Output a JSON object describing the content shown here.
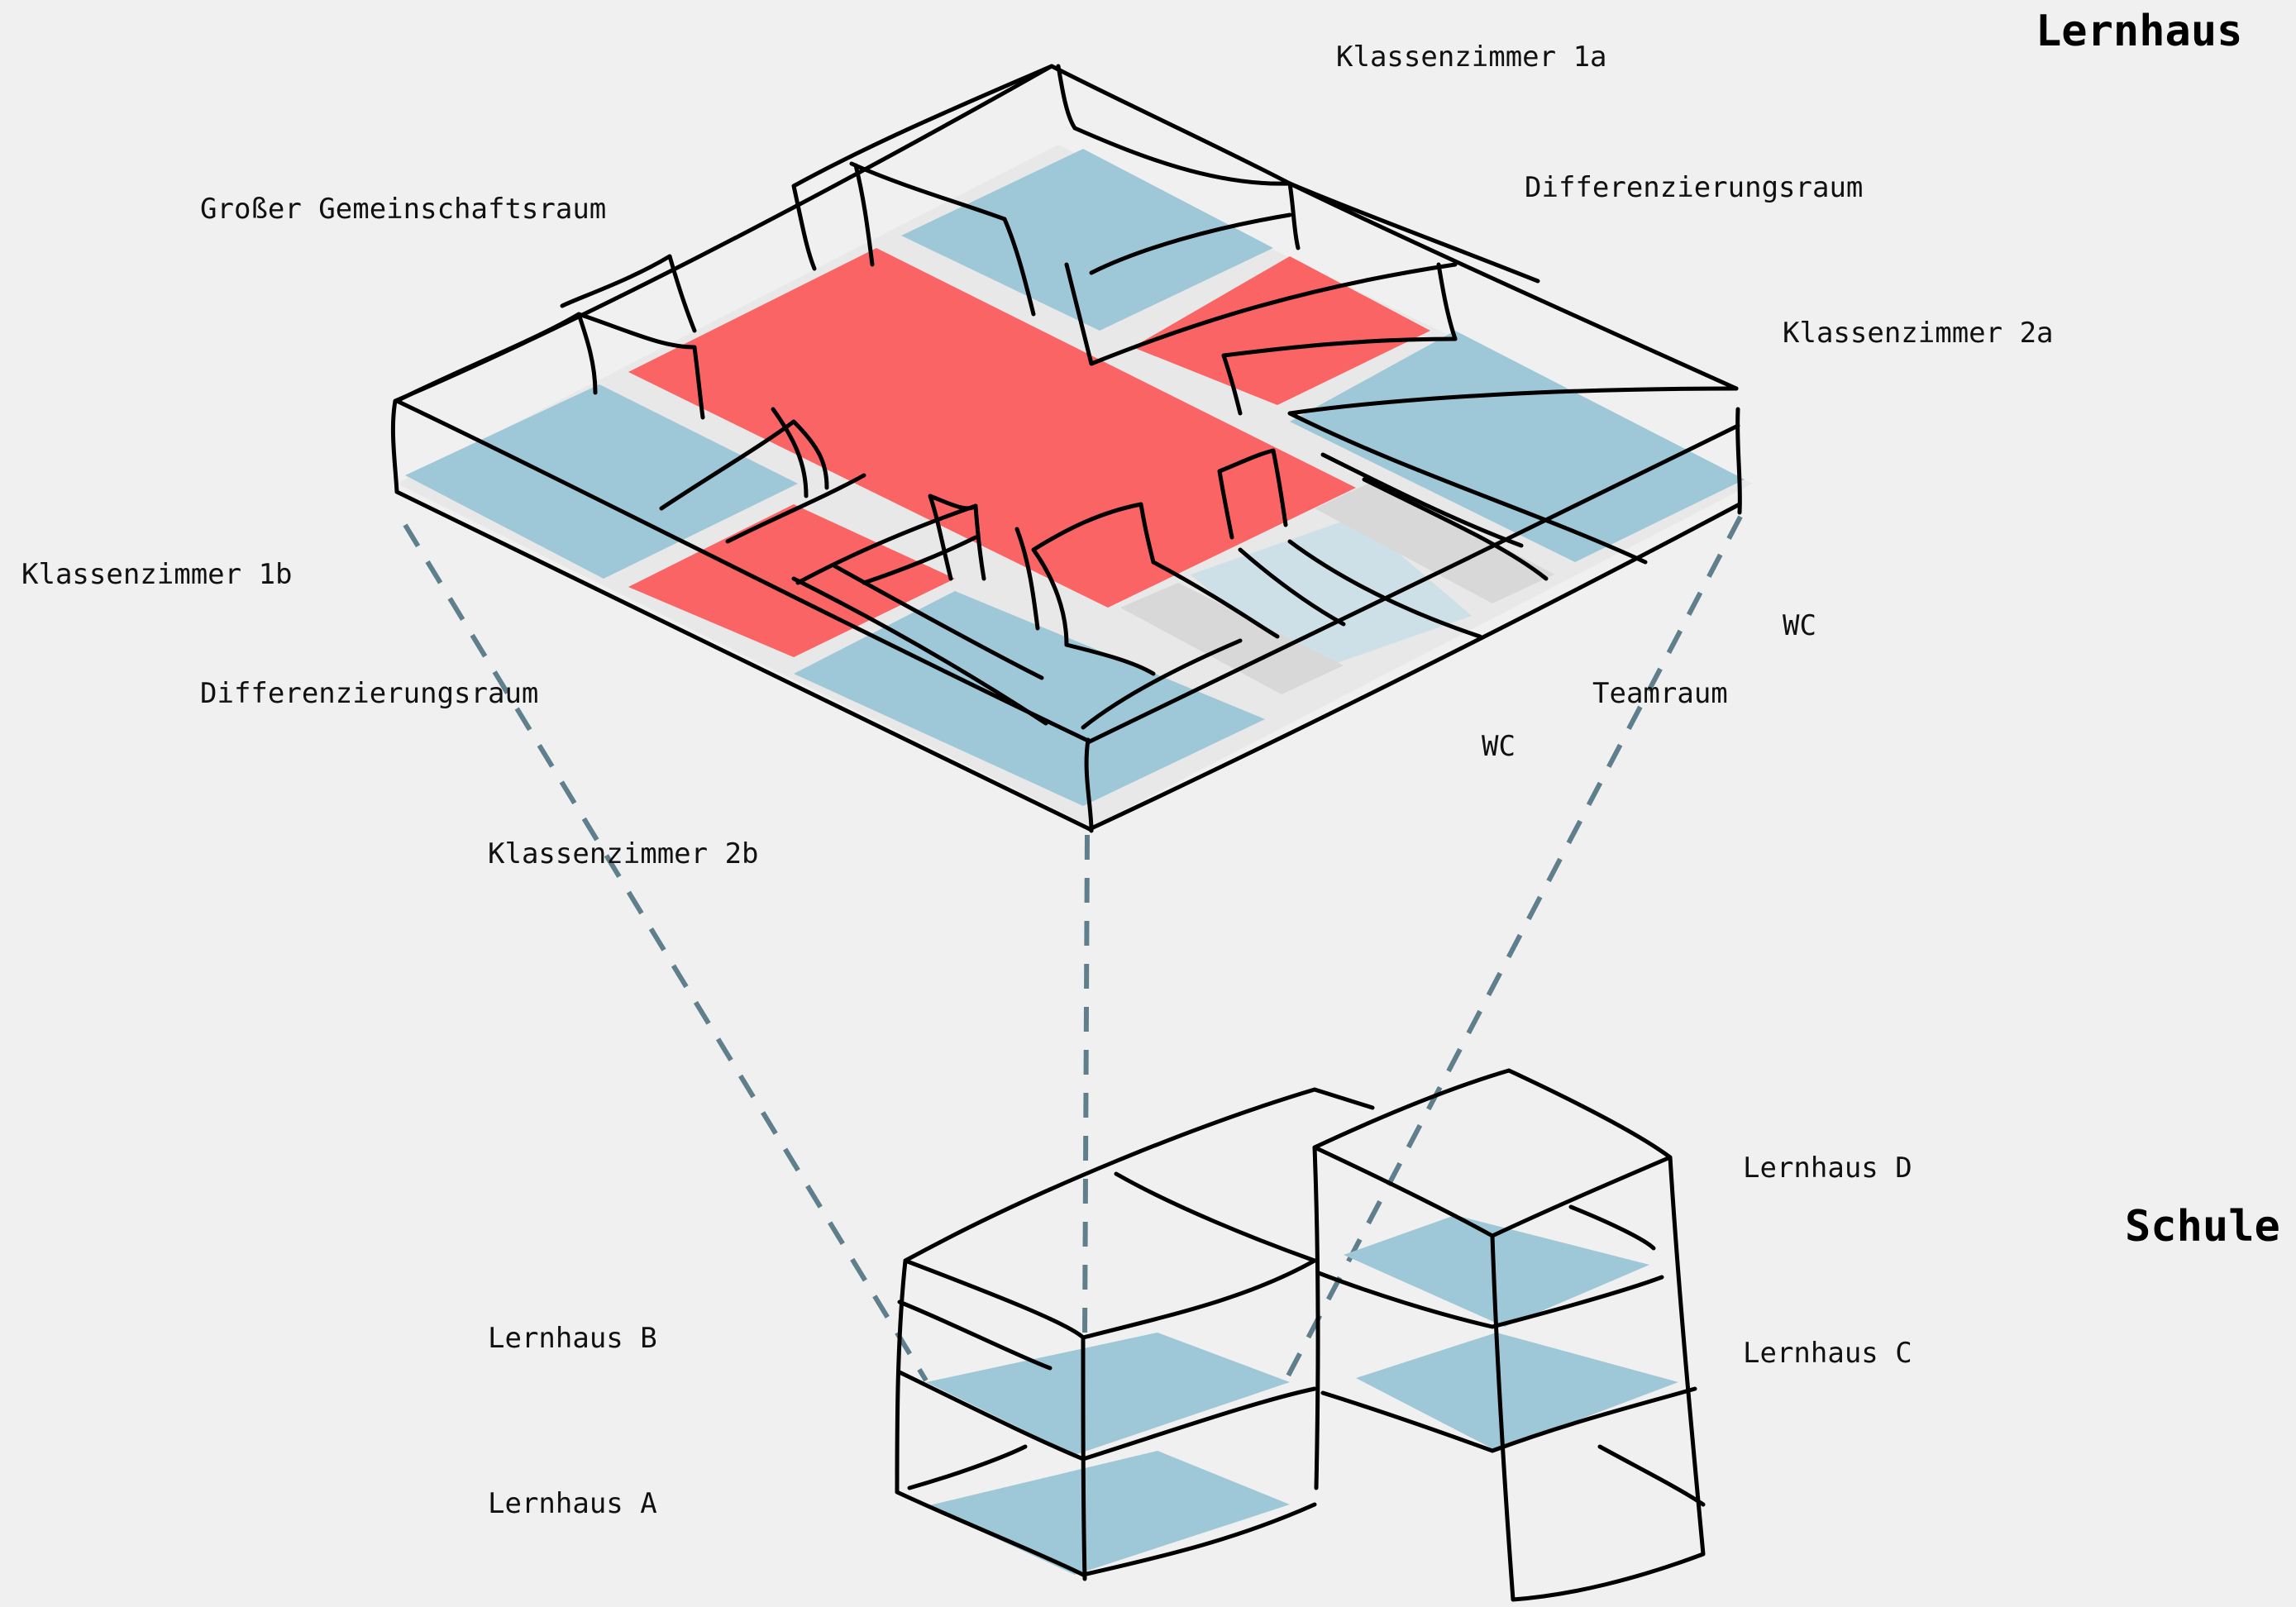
{
  "titles": {
    "lernhaus": "Lernhaus",
    "schule": "Schule"
  },
  "rooms": {
    "klassenzimmer_1a": "Klassenzimmer 1a",
    "differenzierungsraum_top": "Differenzierungsraum",
    "grosser_gemeinschaftsraum": "Großer Gemeinschaftsraum",
    "klassenzimmer_2a": "Klassenzimmer 2a",
    "klassenzimmer_1b": "Klassenzimmer 1b",
    "wc_right": "WC",
    "differenzierungsraum_left": "Differenzierungsraum",
    "teamraum": "Teamraum",
    "wc_center": "WC",
    "klassenzimmer_2b": "Klassenzimmer 2b"
  },
  "buildings": {
    "lernhaus_d": "Lernhaus D",
    "lernhaus_c": "Lernhaus C",
    "lernhaus_b": "Lernhaus B",
    "lernhaus_a": "Lernhaus A"
  },
  "colors": {
    "background": "#f0f0f0",
    "classroom": "#9ec8d7",
    "common_space": "#fa6464",
    "wc": "#d8d8d8",
    "teamraum": "#cde0e7",
    "guide_lines": "#5f7f8c",
    "ink": "#000000"
  }
}
